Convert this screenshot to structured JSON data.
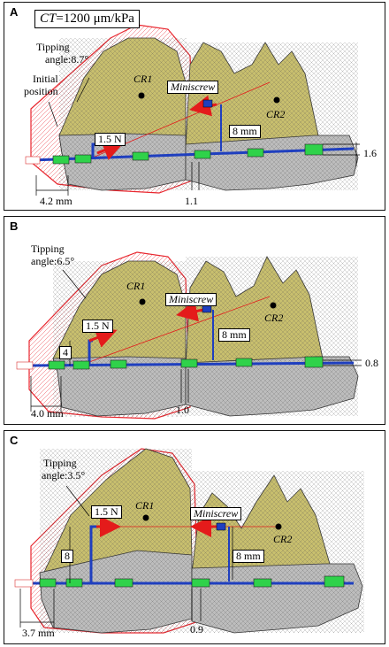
{
  "panels": [
    {
      "label": "A",
      "ct_prefix": "CT",
      "ct_rest": "=1200 μm/kPa",
      "tipping_line1": "Tipping",
      "tipping_line2": "angle:8.7°",
      "initial_line1": "Initial",
      "initial_line2": "position",
      "cr1": "CR1",
      "cr2": "CR2",
      "miniscrew": "Miniscrew",
      "force": "1.5 N",
      "hook_length": "8 mm",
      "left_dim": "4.2 mm",
      "bottom_dim": "1.1",
      "right_dim": "1.6"
    },
    {
      "label": "B",
      "tipping_line1": "Tipping",
      "tipping_line2": "angle:6.5°",
      "cr1": "CR1",
      "cr2": "CR2",
      "miniscrew": "Miniscrew",
      "force": "1.5 N",
      "hook_length": "8 mm",
      "lever_height": "4",
      "left_dim": "4.0 mm",
      "bottom_dim": "1.0",
      "right_dim": "0.8"
    },
    {
      "label": "C",
      "tipping_line1": "Tipping",
      "tipping_line2": "angle:3.5°",
      "cr1": "CR1",
      "cr2": "CR2",
      "miniscrew": "Miniscrew",
      "force": "1.5 N",
      "hook_length": "8 mm",
      "lever_height": "8",
      "left_dim": "3.7 mm",
      "bottom_dim": "0.9"
    }
  ],
  "colors": {
    "crown": "#c8bf6e",
    "root_mesh": "#bdbdbd",
    "initial_outline": "#e8262e",
    "archwire": "#1f3fbf",
    "bracket": "#2fd24a",
    "force_arrow": "#e41b1b",
    "line_of_force": "#e41b1b"
  }
}
